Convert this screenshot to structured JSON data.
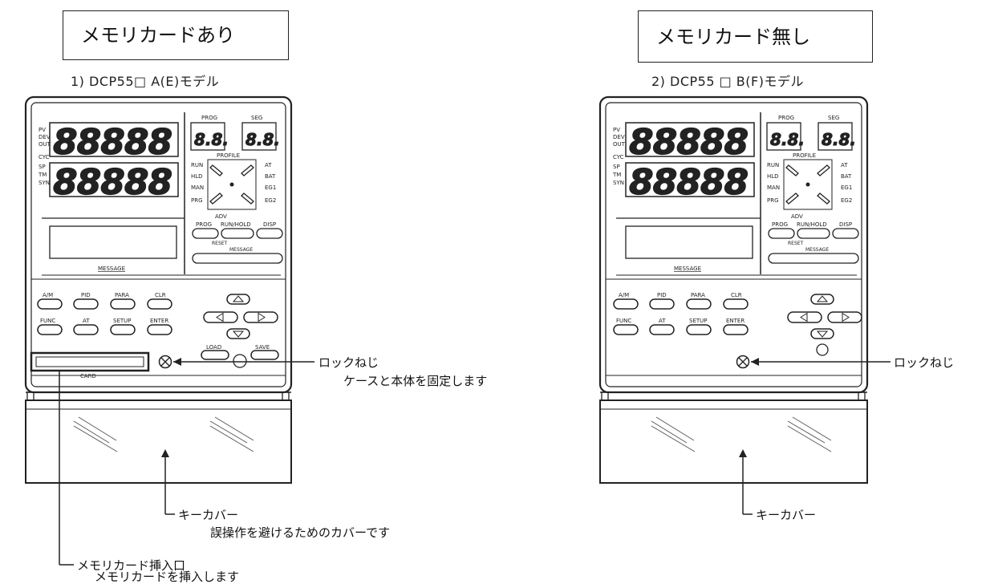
{
  "left": {
    "title": "メモリカードあり",
    "model": "1) DCP55□ A(E)モデル",
    "lock_label": "ロックねじ",
    "lock_desc": "ケースと本体を固定します",
    "cover_label": "キーカバー",
    "cover_desc": "誤操作を避けるためのカバーです",
    "card_label": "メモリカード挿入口",
    "card_desc": "メモリカードを挿入します"
  },
  "right": {
    "title": "メモリカード無し",
    "model": "2) DCP55 □ B(F)モデル",
    "lock_label": "ロックねじ",
    "cover_label": "キーカバー"
  },
  "panel": {
    "pv": "PV",
    "dev": "DEV",
    "out": "OUT",
    "cyc": "CYC",
    "sp": "SP",
    "tm": "TM",
    "syn": "SYN",
    "display_digits": "88888",
    "seg_digits": "8.8.",
    "prog": "PROG",
    "seg": "SEG",
    "profile": "PROFILE",
    "run": "RUN",
    "hld": "HLD",
    "man": "MAN",
    "prg": "PRG",
    "at": "AT",
    "bat": "BAT",
    "eg1": "EG1",
    "eg2": "EG2",
    "adv": "ADV",
    "prog_key": "PROG",
    "runhold_key": "RUN/HOLD",
    "disp_key": "DISP",
    "reset": "RESET",
    "message": "MESSAGE",
    "am": "A/M",
    "pid": "PID",
    "para": "PARA",
    "clr": "CLR",
    "func": "FUNC",
    "at_key": "AT",
    "setup": "SETUP",
    "enter": "ENTER",
    "load": "LOAD",
    "save": "SAVE",
    "card": "CARD"
  }
}
